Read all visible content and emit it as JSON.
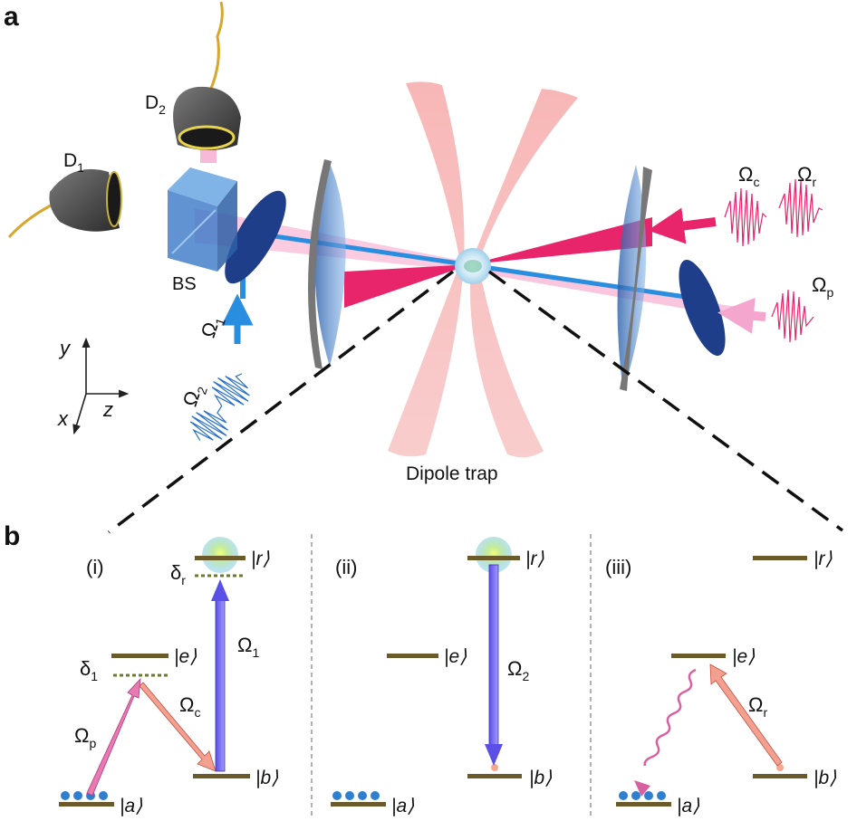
{
  "panel_a": {
    "label": "a",
    "detector1": "D",
    "detector1_sub": "1",
    "detector2": "D",
    "detector2_sub": "2",
    "beam_splitter": "BS",
    "dipole_trap": "Dipole trap",
    "omega_c": "Ω",
    "omega_c_sub": "c",
    "omega_r": "Ω",
    "omega_r_sub": "r",
    "omega_p": "Ω",
    "omega_p_sub": "p",
    "omega_1": "Ω",
    "omega_1_sub": "1",
    "omega_2": "Ω",
    "omega_2_sub": "2",
    "axis_y": "y",
    "axis_x": "x",
    "axis_z": "z"
  },
  "panel_b": {
    "label": "b",
    "sub_i": "(i)",
    "sub_ii": "(ii)",
    "sub_iii": "(iii)",
    "ket_r": "|r⟩",
    "ket_e": "|e⟩",
    "ket_b": "|b⟩",
    "ket_a": "|a⟩",
    "delta": "δ",
    "delta_r_sub": "r",
    "delta_1_sub": "1",
    "omega": "Ω",
    "omega_1_sub": "1",
    "omega_2_sub": "2",
    "omega_c_sub": "c",
    "omega_p_sub": "p",
    "omega_r_sub": "r"
  },
  "colors": {
    "trap": "#f7b8b8",
    "red_beam": "#e8246b",
    "blue_beam": "#2a8ee0",
    "level": "#6b5a2a",
    "pump_arrow": "#7a6cf0",
    "control_arrow": "#f4a090",
    "probe_arrow": "#e879b3",
    "atom_dot": "#2f7fd0"
  }
}
